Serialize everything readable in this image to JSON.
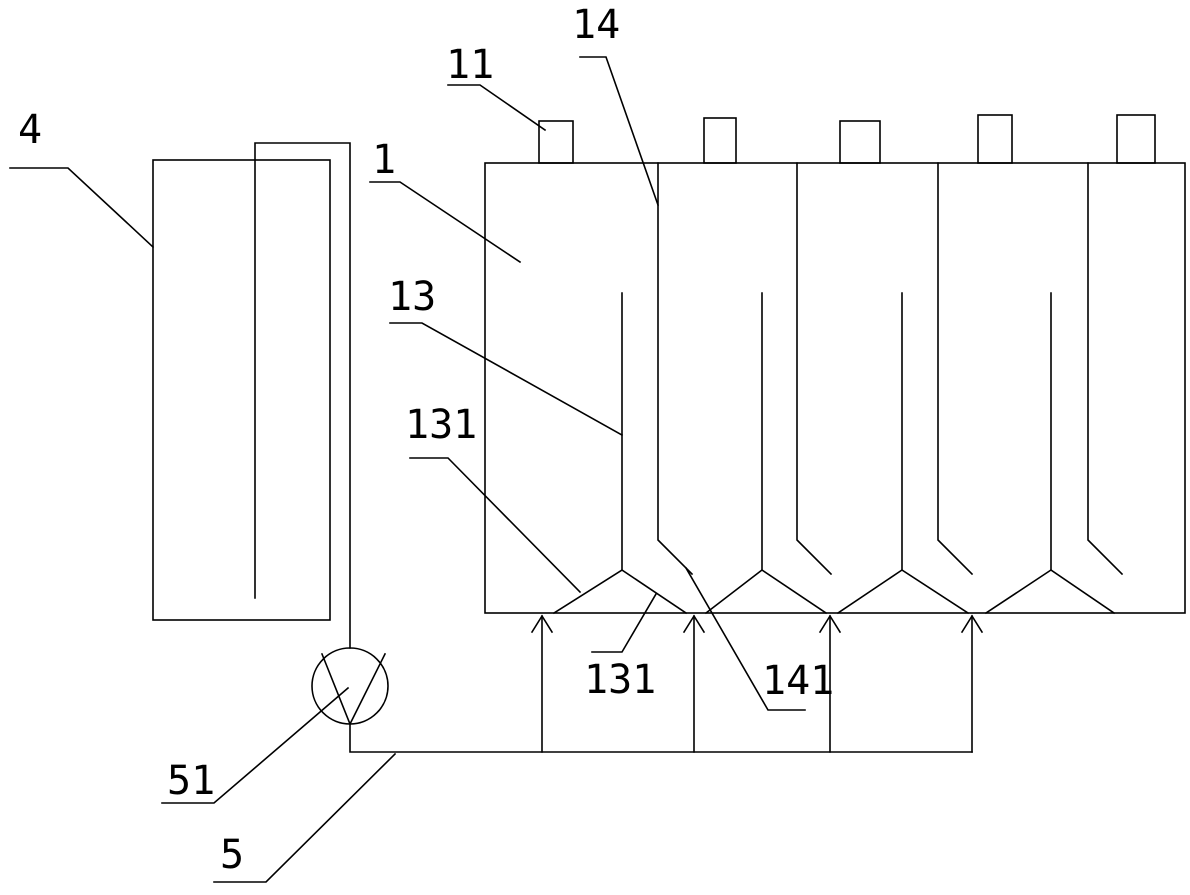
{
  "labels": {
    "l4": "4",
    "l11": "11",
    "l14": "14",
    "l1": "1",
    "l13": "13",
    "l131_left": "131",
    "l131_bottom": "131",
    "l141": "141",
    "l51": "51",
    "l5": "5"
  }
}
